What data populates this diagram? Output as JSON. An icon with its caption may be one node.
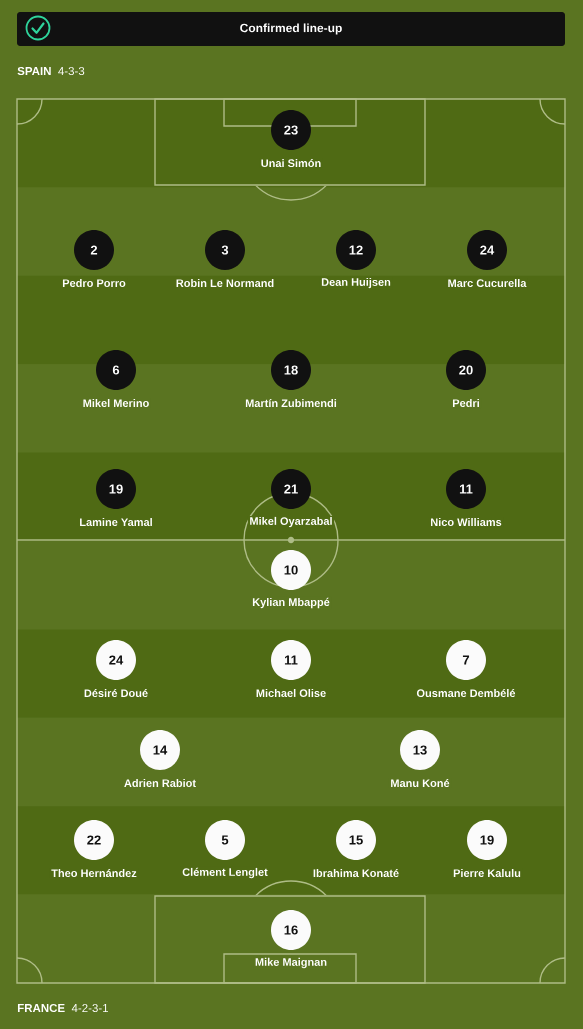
{
  "diagram": {
    "nodes": [
      {
        "text": [
          "Confirmed line-up"
        ]
      },
      {
        "text": [
          "23",
          "Unai Simón"
        ]
      },
      {
        "text": [
          "2",
          "Pedro Porro"
        ]
      },
      {
        "text": [
          "3",
          "Robin Le Normand"
        ]
      },
      {
        "text": [
          "12",
          "Dean Huijsen"
        ]
      },
      {
        "text": [
          "24",
          "Marc Cucurella"
        ]
      },
      {
        "text": [
          "6",
          "Mikel Merino"
        ]
      },
      {
        "text": [
          "18",
          "Martín Zubimendi"
        ]
      },
      {
        "text": [
          "20",
          "Pedri"
        ]
      },
      {
        "text": [
          "19",
          "Lamine Yamal"
        ]
      },
      {
        "text": [
          "21",
          "Mikel Oyarzabal"
        ]
      },
      {
        "text": [
          "11",
          "Nico Williams"
        ]
      },
      {
        "text": [
          "10",
          "Kylian Mbappé"
        ]
      },
      {
        "text": [
          "24",
          "Désiré Doué"
        ]
      },
      {
        "text": [
          "11",
          "Michael Olise"
        ]
      },
      {
        "text": [
          "7",
          "Ousmane Dembélé"
        ]
      },
      {
        "text": [
          "14",
          "Adrien Rabiot"
        ]
      },
      {
        "text": [
          "13",
          "Manu Koné"
        ]
      },
      {
        "text": [
          "22",
          "Theo Hernández"
        ]
      },
      {
        "text": [
          "5",
          "Clément Lenglet"
        ]
      },
      {
        "text": [
          "15",
          "Ibrahima Konaté"
        ]
      },
      {
        "text": [
          "19",
          "Pierre Kalulu"
        ]
      },
      {
        "text": [
          "16",
          "Mike Maignan"
        ]
      }
    ],
    "labels": [
      "SPAIN",
      "4-3-3",
      "FRANCE",
      "4-2-3-1"
    ]
  }
}
